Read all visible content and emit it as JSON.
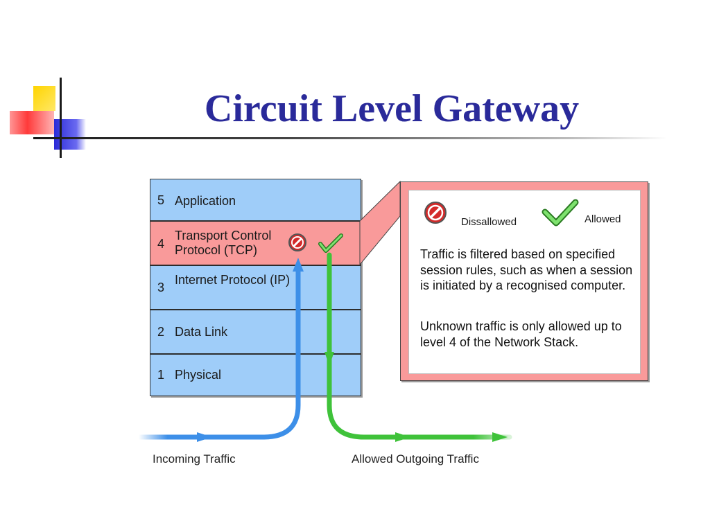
{
  "title": "Circuit Level Gateway",
  "layers": [
    {
      "number": "5",
      "name": "Application"
    },
    {
      "number": "4",
      "name": "Transport Control Protocol (TCP)"
    },
    {
      "number": "3",
      "name": "Internet Protocol (IP)"
    },
    {
      "number": "2",
      "name": "Data Link"
    },
    {
      "number": "1",
      "name": "Physical"
    }
  ],
  "legend": {
    "disallowed": "Dissallowed",
    "allowed": "Allowed"
  },
  "callout": {
    "paragraph1": "Traffic is filtered based on specified session rules, such as when a session is initiated by a recognised computer.",
    "paragraph2": "Unknown traffic is only allowed up to level 4 of the Network Stack."
  },
  "flows": {
    "incoming": "Incoming Traffic",
    "outgoing": "Allowed Outgoing Traffic"
  },
  "colors": {
    "title": "#2a2a9a",
    "layer_fill": "#9fcdf9",
    "highlight_fill": "#f99a9a",
    "incoming_arrow": "#3d8fe8",
    "outgoing_arrow": "#3fc23a",
    "disallowed_icon": "#d42a2a"
  },
  "icons": {
    "disallowed": "no-entry-icon",
    "allowed": "checkmark-icon"
  }
}
